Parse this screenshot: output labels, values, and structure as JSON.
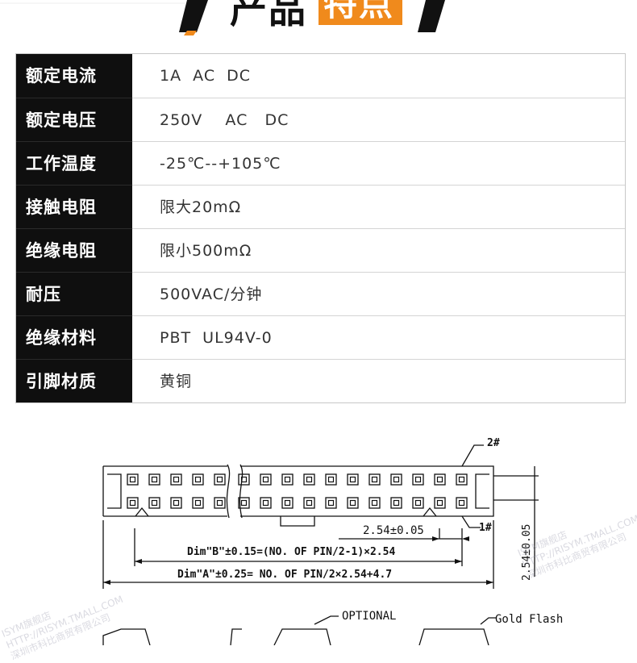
{
  "header": {
    "title_black": "产品",
    "title_orange": "特点",
    "accent_color": "#f08a1c"
  },
  "specs": [
    {
      "label": "额定电流",
      "value": "1A  AC  DC"
    },
    {
      "label": "额定电压",
      "value": "250V    AC   DC"
    },
    {
      "label": "工作温度",
      "value": "-25℃--+105℃"
    },
    {
      "label": "接触电阻",
      "value": "限大20mΩ"
    },
    {
      "label": "绝缘电阻",
      "value": "限小500mΩ"
    },
    {
      "label": "耐压",
      "value": "500VAC/分钟"
    },
    {
      "label": "绝缘材料",
      "value": "PBT  UL94V-0"
    },
    {
      "label": "引脚材质",
      "value": "黄铜"
    }
  ],
  "drawing": {
    "pin2_label": "2#",
    "pin1_label": "1#",
    "pitch": "2.54±0.05",
    "height": "2.54±0.05",
    "dim_b": "Dim\"B\"±0.15=(NO. OF PIN/2-1)×2.54",
    "dim_a": "Dim\"A\"±0.25= NO. OF PIN/2×2.54+4.7",
    "optional": "OPTIONAL",
    "gold_flash": "Gold Flash"
  },
  "watermark": {
    "line1": "深圳市科比商贸有限公司",
    "line2": "HTTP://RISYM.TMALL.COM",
    "line3": "ISYM旗舰店"
  }
}
